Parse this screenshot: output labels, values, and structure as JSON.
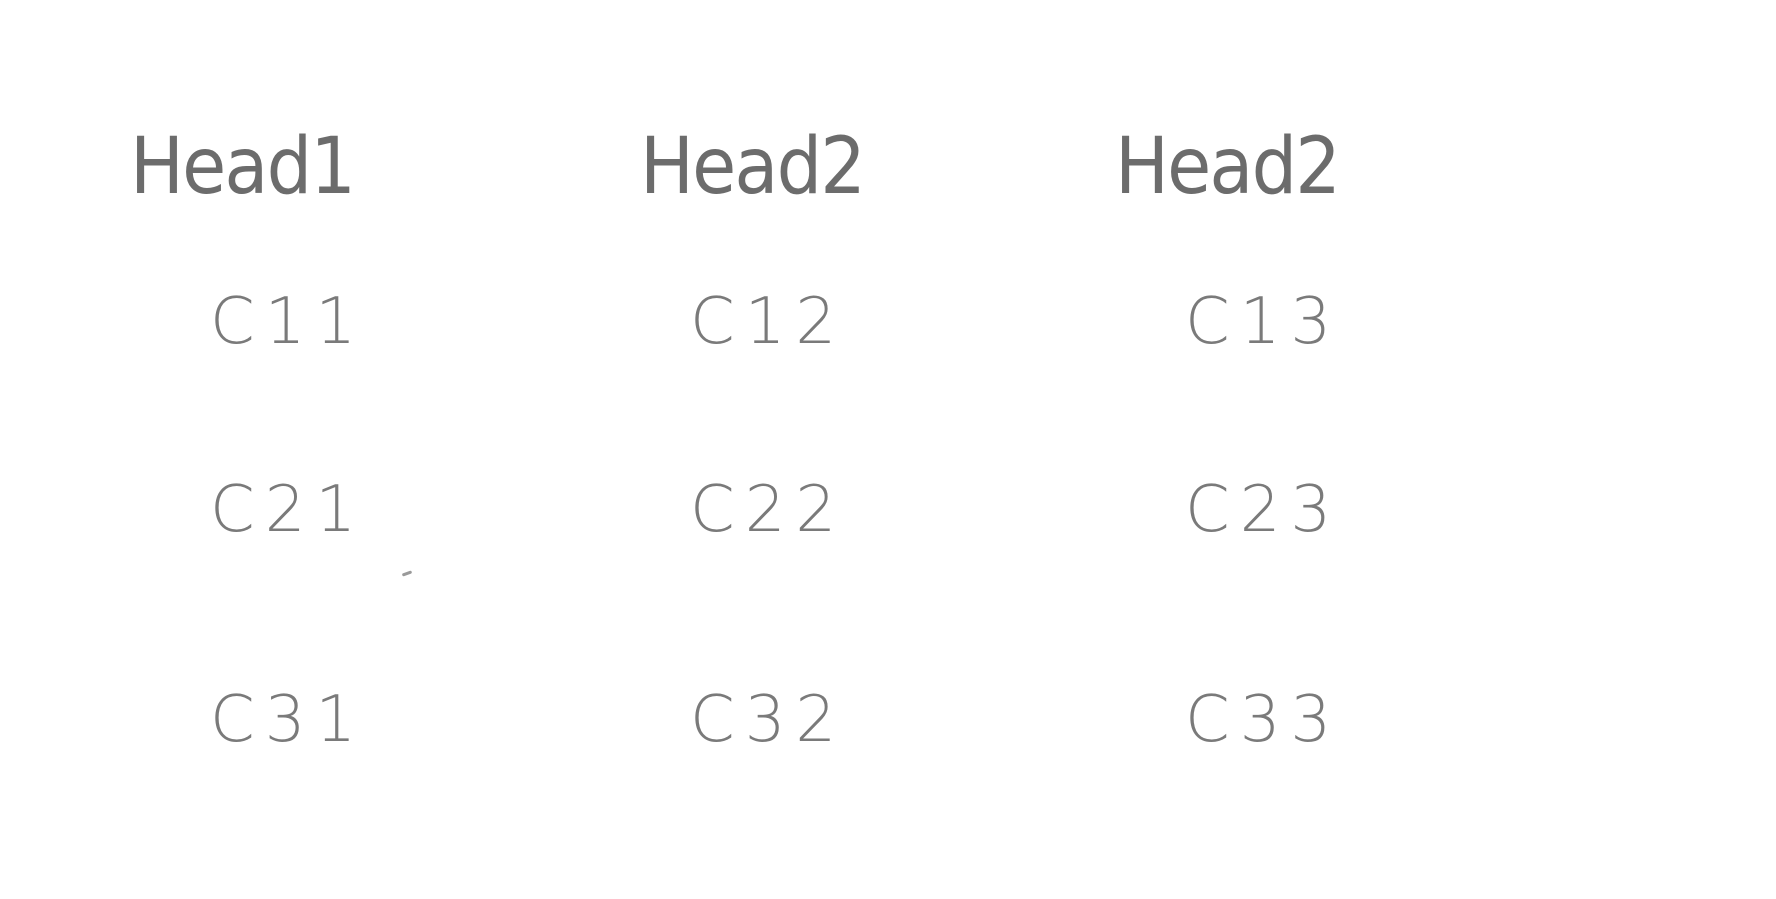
{
  "table": {
    "headers": [
      "Head1",
      "Head2",
      "Head2"
    ],
    "rows": [
      [
        "C11",
        "C12",
        "C13"
      ],
      [
        "C21",
        "C22",
        "C23"
      ],
      [
        "C31",
        "C32",
        "C33"
      ]
    ]
  },
  "colors": {
    "ink": "#7a7a7a",
    "paper": "#ffffff"
  }
}
